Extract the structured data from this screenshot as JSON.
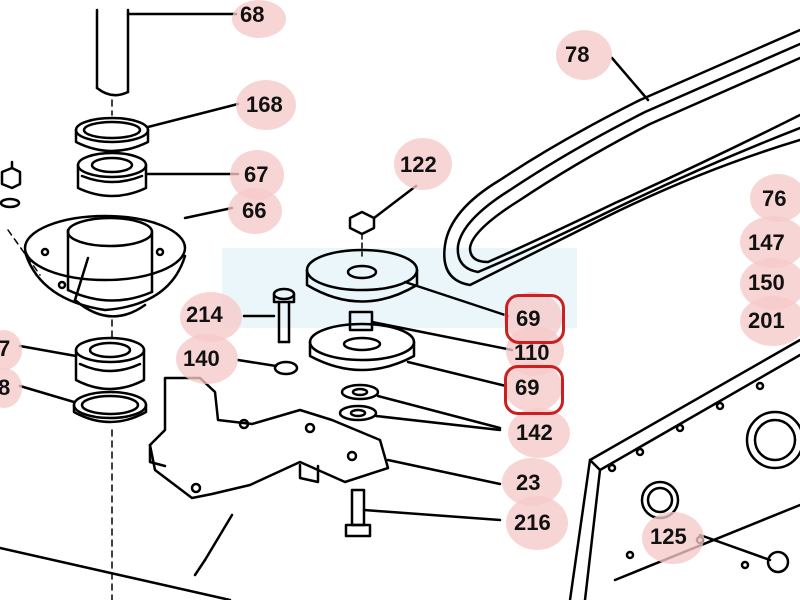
{
  "diagram": {
    "part_labels": {
      "p68": "68",
      "p168": "168",
      "p67": "67",
      "p66": "66",
      "p122": "122",
      "p78": "78",
      "p76": "76",
      "p147": "147",
      "p150": "150",
      "p201": "201",
      "p214": "214",
      "p140": "140",
      "p69_top": "69",
      "p110": "110",
      "p69_bottom": "69",
      "p142": "142",
      "p23": "23",
      "p216": "216",
      "p125": "125",
      "left_7": "7",
      "left_8": "8"
    },
    "highlight_color": "#f6c9c9",
    "circle_color": "#cc2020",
    "line_color": "#000000"
  }
}
